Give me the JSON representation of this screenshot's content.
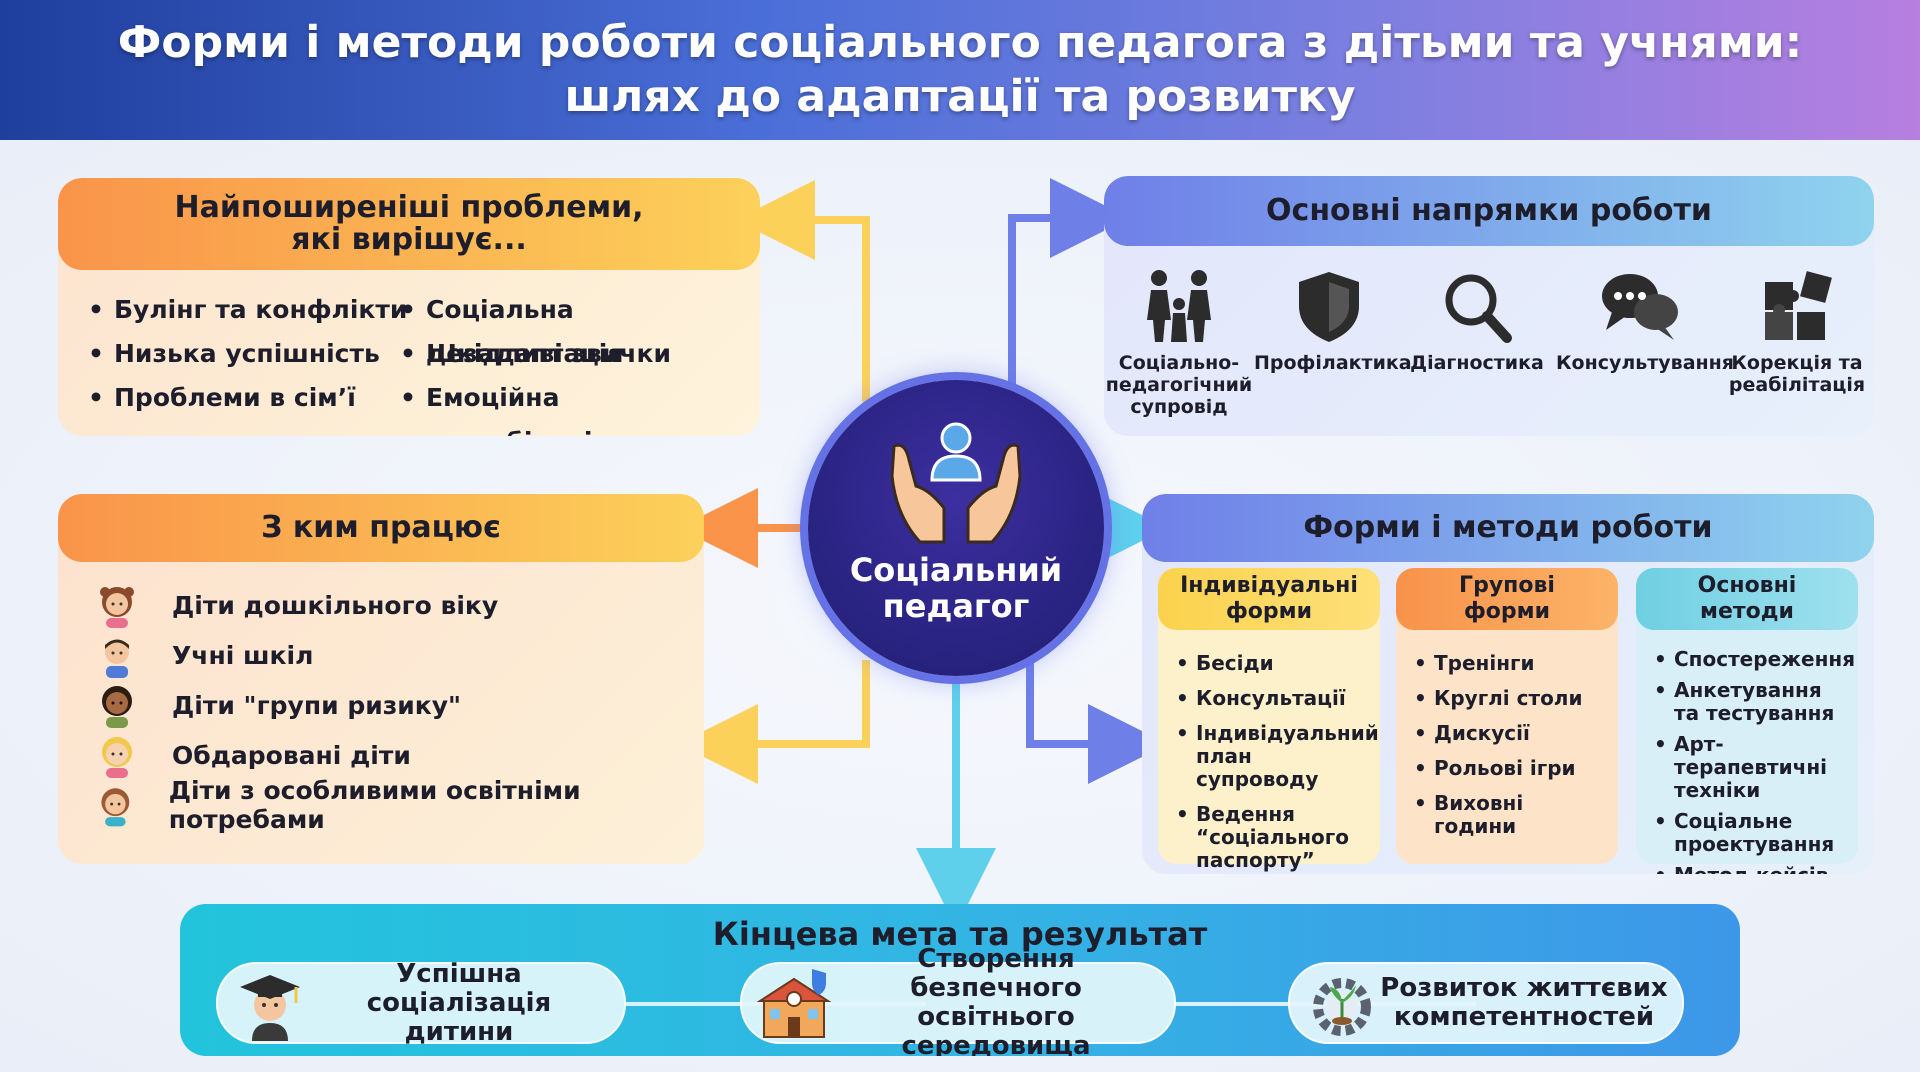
{
  "header": {
    "title_line1": "Форми і методи роботи соціального педагога з дітьми та учнями:",
    "title_line2": "шлях до адаптації та розвитку"
  },
  "center": {
    "line1": "Соціальний",
    "line2": "педагог"
  },
  "problems": {
    "title_line1": "Найпоширеніші проблеми,",
    "title_line2": "які вирішує...",
    "left": [
      "Булінг та конфлікти",
      "Низька успішність",
      "Проблеми в сім’ї"
    ],
    "right": [
      "Соціальна дезадаптація",
      "Шкідливі звички",
      "Емоційна нестабільність"
    ]
  },
  "whom": {
    "title": "З ким працює",
    "items": [
      "Діти дошкільного віку",
      "Учні шкіл",
      "Діти \"групи ризику\"",
      "Обдаровані діти",
      "Діти з особливими освітніми потребами"
    ]
  },
  "directions": {
    "title": "Основні напрямки роботи",
    "items": [
      {
        "line1": "Соціально-",
        "line2": "педагогічний",
        "line3": "супровід",
        "icon": "family-icon"
      },
      {
        "line1": "Профілактика",
        "line2": "",
        "line3": "",
        "icon": "shield-icon"
      },
      {
        "line1": "Діагностика",
        "line2": "",
        "line3": "",
        "icon": "magnifier-icon"
      },
      {
        "line1": "Консультування",
        "line2": "",
        "line3": "",
        "icon": "chat-icon"
      },
      {
        "line1": "Корекція та",
        "line2": "реабілітація",
        "line3": "",
        "icon": "puzzle-icon"
      }
    ]
  },
  "forms": {
    "title": "Форми і методи роботи",
    "individual": {
      "title_line1": "Індивідуальні",
      "title_line2": "форми",
      "items": [
        "Бесіди",
        "Консультації",
        "Індивідуальний план супроводу",
        "Ведення “соціального паспорту”"
      ]
    },
    "group": {
      "title_line1": "Групові",
      "title_line2": "форми",
      "items": [
        "Тренінги",
        "Круглі столи",
        "Дискусії",
        "Рольові ігри",
        "Виховні години"
      ]
    },
    "methods": {
      "title_line1": "Основні",
      "title_line2": "методи",
      "items": [
        "Спостереження",
        "Анкетування та тестування",
        "Арт-терапевтичні техніки",
        "Соціальне проектування",
        "Метод кейсів"
      ]
    }
  },
  "goal": {
    "title": "Кінцева мета та результат",
    "items": [
      {
        "line1": "Успішна соціалізація",
        "line2": "дитини",
        "icon": "graduate-icon"
      },
      {
        "line1": "Створення безпечного",
        "line2": "освітнього середовища",
        "icon": "school-icon"
      },
      {
        "line1": "Розвиток життєвих",
        "line2": "компетентностей",
        "icon": "gear-plant-icon"
      }
    ]
  },
  "colors": {
    "orange": "#f9944a",
    "yellow": "#fcd15a",
    "blue": "#6f7fe8",
    "cyan": "#22c4dc",
    "navy": "#2a2484"
  }
}
